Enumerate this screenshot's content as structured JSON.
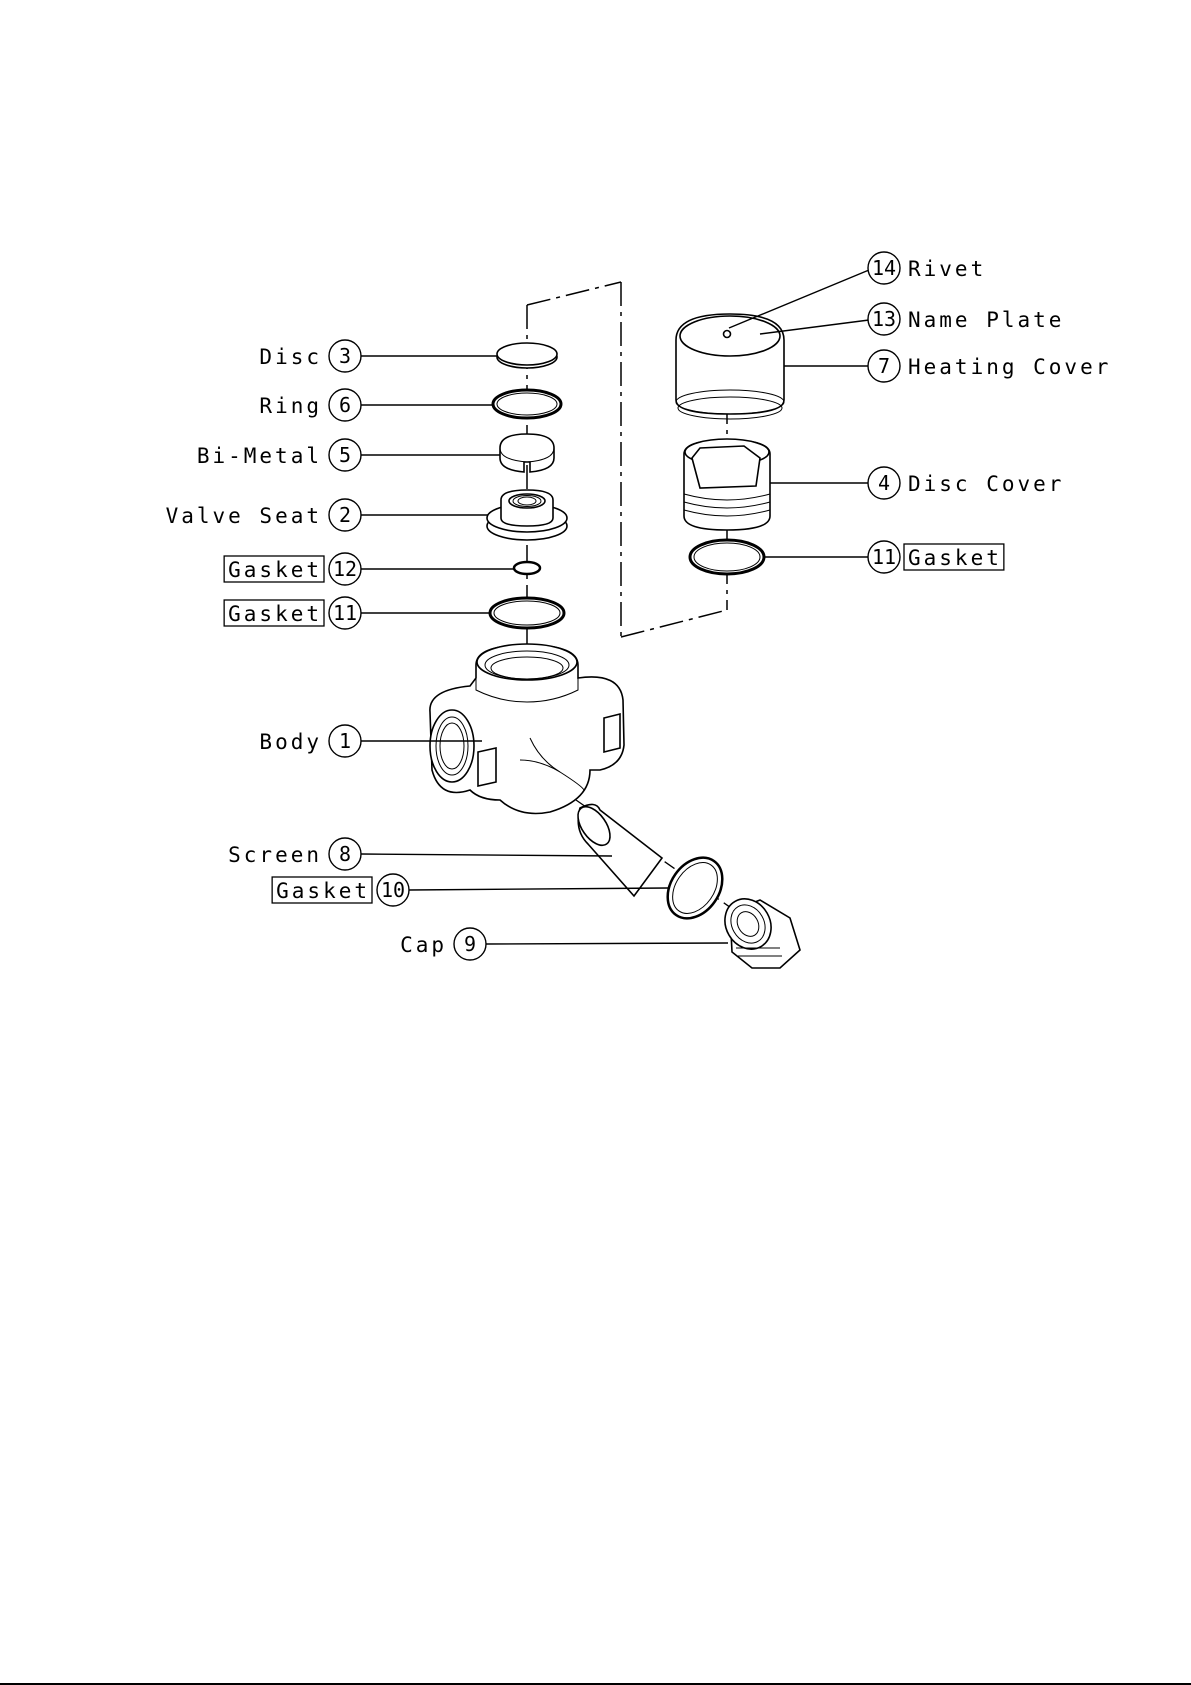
{
  "parts": [
    {
      "number": "14",
      "name": "Rivet",
      "boxed": false
    },
    {
      "number": "13",
      "name": "Name Plate",
      "boxed": false
    },
    {
      "number": "7",
      "name": "Heating Cover",
      "boxed": false
    },
    {
      "number": "4",
      "name": "Disc Cover",
      "boxed": false
    },
    {
      "number": "11",
      "name": "Gasket",
      "boxed": true
    },
    {
      "number": "3",
      "name": "Disc",
      "boxed": false
    },
    {
      "number": "6",
      "name": "Ring",
      "boxed": false
    },
    {
      "number": "5",
      "name": "Bi-Metal",
      "boxed": false
    },
    {
      "number": "2",
      "name": "Valve Seat",
      "boxed": false
    },
    {
      "number": "12",
      "name": "Gasket",
      "boxed": true
    },
    {
      "number": "11",
      "name": "Gasket",
      "boxed": true
    },
    {
      "number": "1",
      "name": "Body",
      "boxed": false
    },
    {
      "number": "8",
      "name": "Screen",
      "boxed": false
    },
    {
      "number": "10",
      "name": "Gasket",
      "boxed": true
    },
    {
      "number": "9",
      "name": "Cap",
      "boxed": false
    }
  ]
}
